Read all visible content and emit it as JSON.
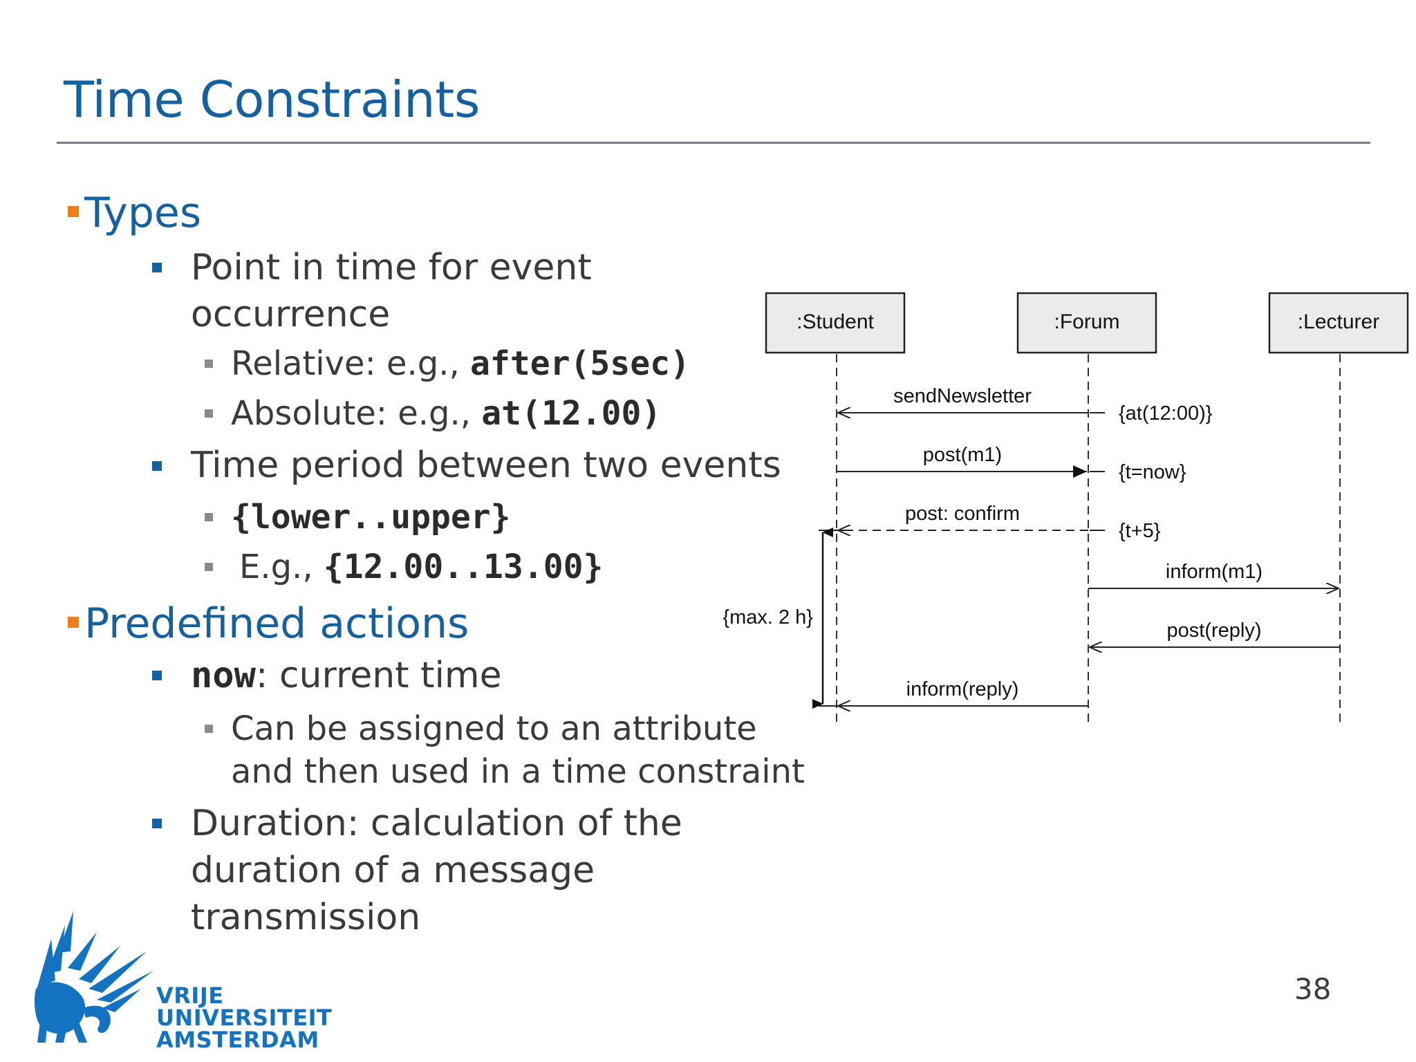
{
  "slide": {
    "title": "Time Constraints",
    "page_number": "38"
  },
  "content": {
    "types": {
      "heading": "Types",
      "point": {
        "line1": "Point in time for event",
        "line2": "occurrence",
        "relative_prefix": "Relative: e.g., ",
        "relative_code": "after(5sec)",
        "absolute_prefix": "Absolute: e.g., ",
        "absolute_code": "at(12.00)"
      },
      "period": {
        "label": "Time period between two events",
        "range_code": "{lower..upper}",
        "example_prefix": "E.g., ",
        "example_code": "{12.00..13.00}"
      }
    },
    "predefined": {
      "heading": "Predefined actions",
      "now_code": "now",
      "now_text": ": current time",
      "now_sub_line1": "Can be assigned to an attribute",
      "now_sub_line2": "and then used in a time constraint",
      "duration_line1": "Duration: calculation of the",
      "duration_line2": "duration of a message",
      "duration_line3": "transmission"
    }
  },
  "diagram": {
    "lifelines": [
      ":Student",
      ":Forum",
      ":Lecturer"
    ],
    "messages": [
      "sendNewsletter",
      "post(m1)",
      "post: confirm",
      "inform(m1)",
      "post(reply)",
      "inform(reply)"
    ],
    "constraints": [
      "{at(12:00)}",
      "{t=now}",
      "{t+5}",
      "{max. 2 h}"
    ]
  },
  "logo": {
    "line1": "VRIJE",
    "line2": "UNIVERSITEIT",
    "line3": "AMSTERDAM"
  },
  "colors": {
    "title_blue": "#15609f",
    "bullet_orange": "#f07d1a",
    "logo_blue": "#1473c0"
  }
}
